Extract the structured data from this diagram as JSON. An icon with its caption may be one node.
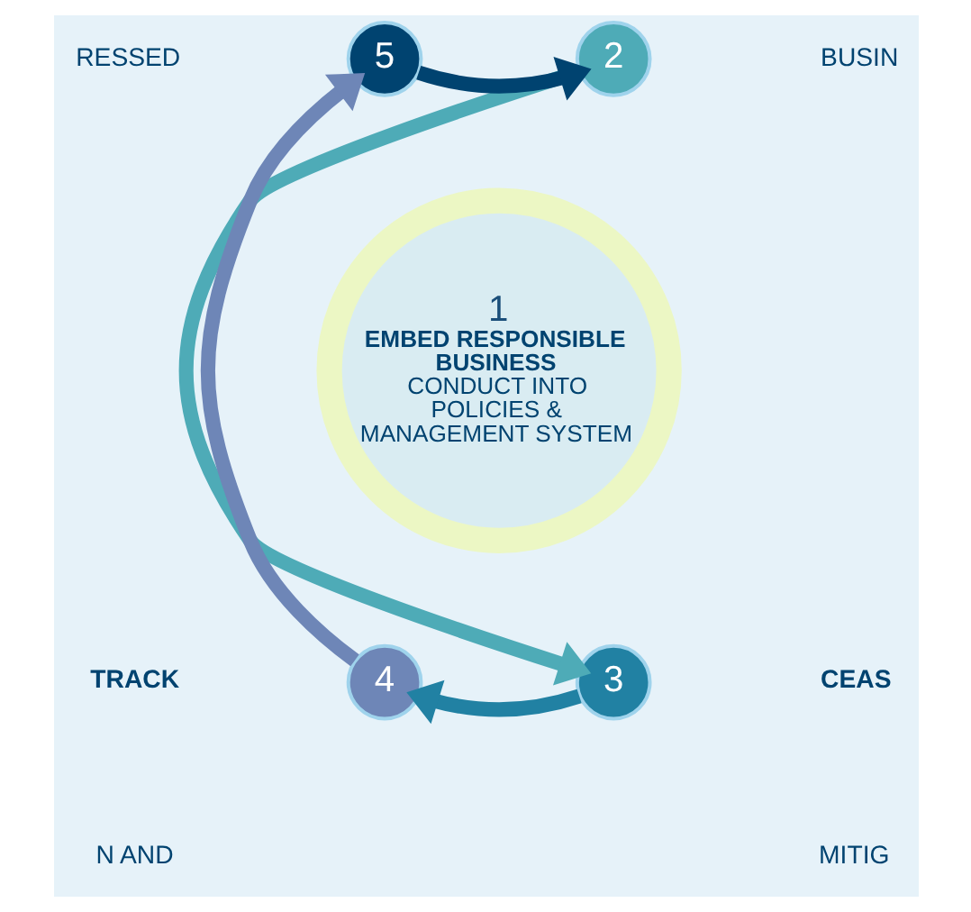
{
  "diagram": {
    "nodes": [
      {
        "text": [
          "1",
          "EMBED RESPONSIBLE BUSINESS",
          "CONDUCT INTO POLICIES & MANAGEMENT SYSTEM"
        ]
      },
      {
        "text": [
          "2"
        ]
      },
      {
        "text": [
          "3"
        ]
      },
      {
        "text": [
          "4"
        ]
      },
      {
        "text": [
          "5"
        ]
      }
    ],
    "edges": [
      {
        "from": 4,
        "to": 1,
        "arrow": "to",
        "color": "#004370"
      },
      {
        "from": 1,
        "to": 2,
        "arrow": "to",
        "color": "#4eabb7"
      },
      {
        "from": 2,
        "to": 3,
        "arrow": "to",
        "color": "#2181a3"
      },
      {
        "from": 3,
        "to": 4,
        "arrow": "to",
        "color": "#6e86b7"
      }
    ],
    "labels": [
      "RESSED",
      "BUSIN",
      "TRACK",
      "N AND",
      "CEAS",
      "MITIG"
    ]
  }
}
